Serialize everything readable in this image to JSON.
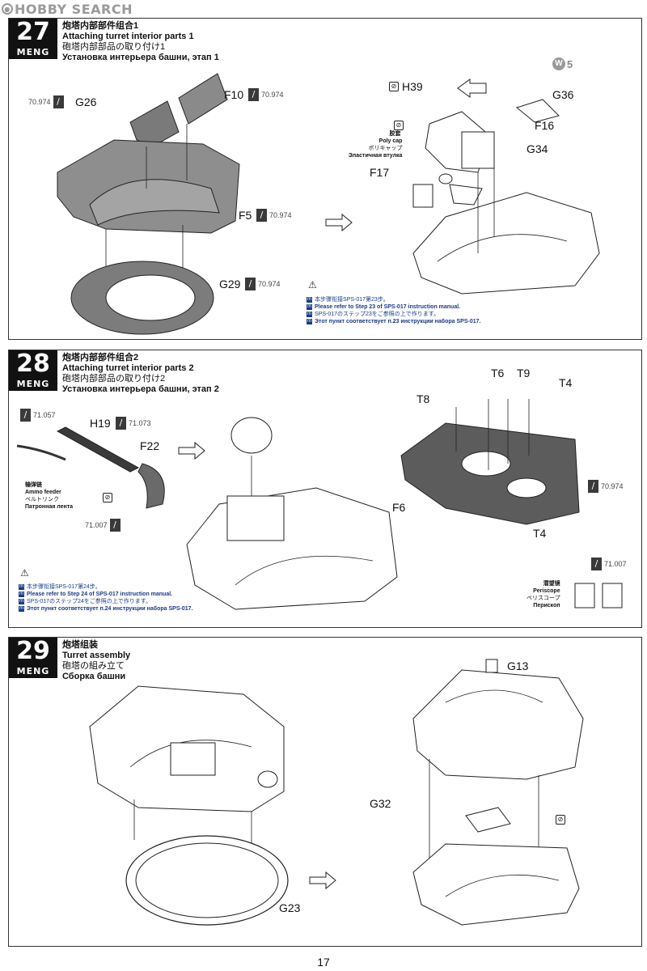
{
  "watermark": "HOBBY SEARCH",
  "brand": "MENG",
  "page_number": "17",
  "steps": [
    {
      "number": "27",
      "title_cn": "炮塔内部部件组合1",
      "title_en": "Attaching turret interior parts 1",
      "title_ja": "砲塔内部部品の取り付け1",
      "title_ru": "Установка интерьера башни, этап 1",
      "parts": {
        "g26": "G26",
        "f10": "F10",
        "f5": "F5",
        "g29": "G29",
        "h39": "H39",
        "g36": "G36",
        "f16": "F16",
        "g34": "G34",
        "f17": "F17"
      },
      "paint": {
        "g26": "70.974",
        "f10": "70.974",
        "f5": "70.974",
        "g29": "70.974"
      },
      "badge": "5",
      "polycap": {
        "cn": "胶套",
        "en": "Poly cap",
        "ja": "ポリキャップ",
        "ru": "Эластичная втулка"
      },
      "note": {
        "cn": "本步骤衔接SPS-017第23步。",
        "en": "Please refer to Step 23 of SPS-017 instruction manual.",
        "ja": "SPS-017のステップ23をご参照の上で作ります。",
        "ru": "Этот пункт соответствует п.23 инструкции набора SPS-017."
      }
    },
    {
      "number": "28",
      "title_cn": "炮塔内部部件组合2",
      "title_en": "Attaching turret interior parts 2",
      "title_ja": "砲塔内部部品の取り付け2",
      "title_ru": "Установка интерьера башни, этап 2",
      "parts": {
        "h19": "H19",
        "f22": "F22",
        "t8": "T8",
        "t6": "T6",
        "t9": "T9",
        "t4": "T4",
        "f6": "F6",
        "t4b": "T4"
      },
      "paint": {
        "ammo": "71.057",
        "h19": "71.073",
        "f22": "71.007",
        "hull": "70.974",
        "periscope": "71.007"
      },
      "ammo": {
        "cn": "输弹链",
        "en": "Ammo feeder",
        "ja": "ベルトリンク",
        "ru": "Патронная лента"
      },
      "periscope": {
        "cn": "潜望镜",
        "en": "Periscope",
        "ja": "ペリスコープ",
        "ru": "Перископ"
      },
      "note": {
        "cn": "本步骤衔接SPS-017第24步。",
        "en": "Please refer to Step 24 of SPS-017 instruction manual.",
        "ja": "SPS-017のステップ24をご参照の上で作ります。",
        "ru": "Этот пункт соответствует п.24 инструкции набора SPS-017."
      }
    },
    {
      "number": "29",
      "title_cn": "炮塔组装",
      "title_en": "Turret assembly",
      "title_ja": "砲塔の組み立て",
      "title_ru": "Сборка башни",
      "parts": {
        "g13": "G13",
        "g32": "G32",
        "g23": "G23"
      }
    }
  ]
}
